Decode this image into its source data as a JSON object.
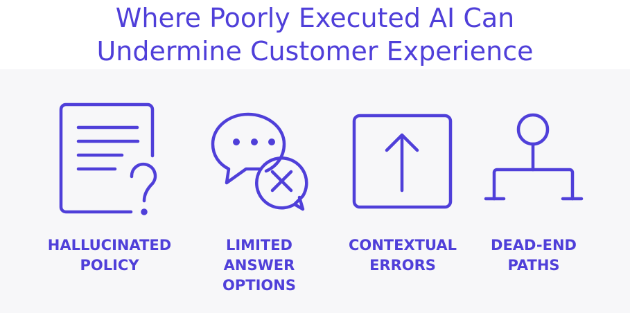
{
  "title": {
    "line1": "Where Poorly Executed AI Can",
    "line2": "Undermine Customer Experience"
  },
  "accent_color": "#4f3fd9",
  "items": [
    {
      "icon": "document-question-icon",
      "label_lines": [
        "HALLUCINATED",
        "POLICY"
      ]
    },
    {
      "icon": "chat-error-icon",
      "label_lines": [
        "LIMITED",
        "ANSWER",
        "OPTIONS"
      ]
    },
    {
      "icon": "box-arrow-up-icon",
      "label_lines": [
        "CONTEXTUAL",
        "ERRORS"
      ]
    },
    {
      "icon": "dead-end-path-icon",
      "label_lines": [
        "DEAD-END",
        "PATHS"
      ]
    }
  ]
}
